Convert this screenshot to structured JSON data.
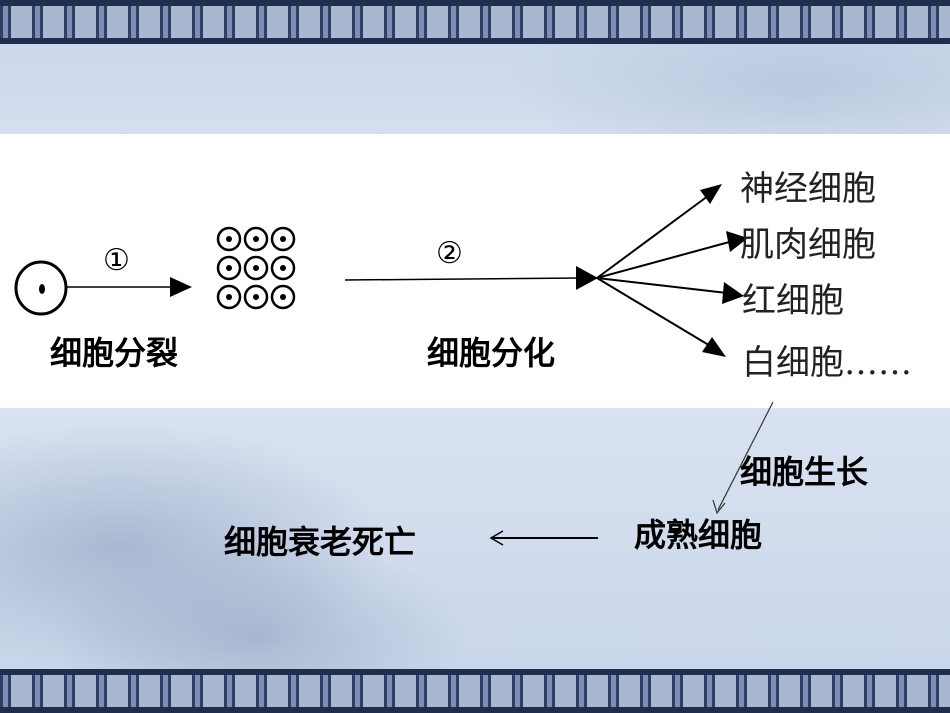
{
  "diagram": {
    "step1_marker": "①",
    "step2_marker": "②",
    "label_division": "细胞分裂",
    "label_differentiation": "细胞分化",
    "cell_types": [
      "神经细胞",
      "肌肉细胞",
      "红细胞",
      "白细胞……"
    ],
    "label_growth": "细胞生长",
    "label_mature": "成熟细胞",
    "label_aging": "细胞衰老死亡"
  }
}
